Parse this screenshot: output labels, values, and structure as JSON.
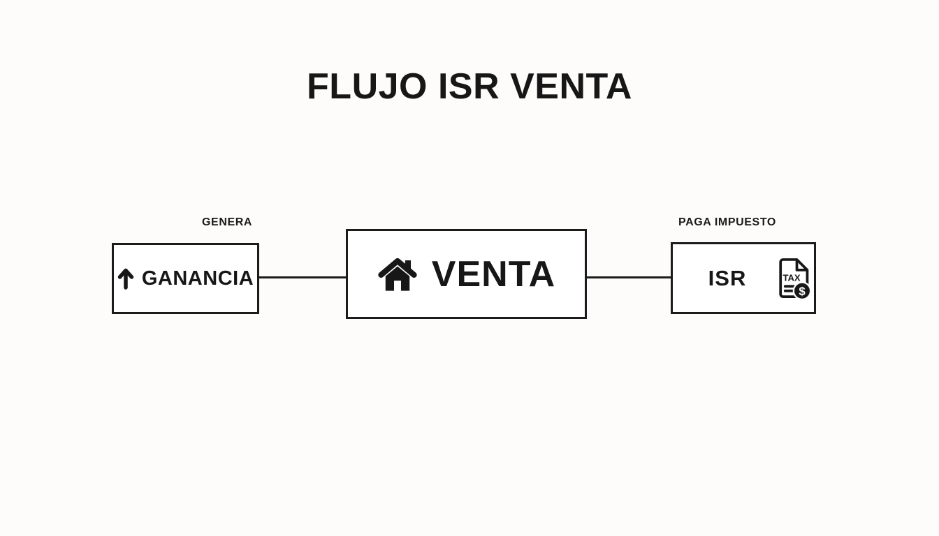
{
  "page": {
    "background": "#fdfcfb",
    "ink": "#171717"
  },
  "title": "FLUJO ISR VENTA",
  "diagram": {
    "ganancia": {
      "annotation": "GENERA",
      "label": "GANANCIA",
      "icon": "arrow-up-icon"
    },
    "venta": {
      "label": "VENTA",
      "icon": "house-icon"
    },
    "isr": {
      "annotation": "PAGA IMPUESTO",
      "label": "ISR",
      "icon": "tax-document-icon",
      "icon_text": "TAX",
      "icon_currency": "$"
    },
    "connectors": [
      {
        "from": "GANANCIA",
        "to": "VENTA"
      },
      {
        "from": "VENTA",
        "to": "ISR"
      }
    ]
  }
}
